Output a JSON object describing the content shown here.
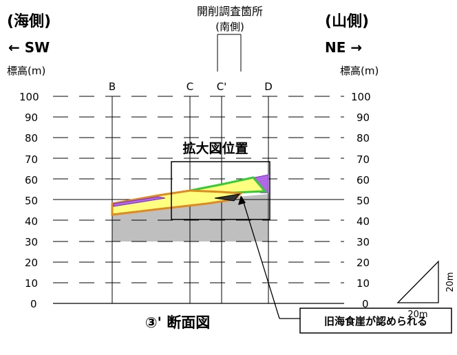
{
  "header": {
    "sea_side": "(海側)",
    "sea_dir": "← SW",
    "mountain_side": "(山側)",
    "mountain_dir": "NE →",
    "trench_label": "開削調査箇所",
    "trench_sub": "(南側)"
  },
  "axes": {
    "left_unit": "標高(m)",
    "right_unit": "標高(m)",
    "ticks": [
      "100",
      "90",
      "80",
      "70",
      "60",
      "50",
      "40",
      "30",
      "20",
      "10",
      "0"
    ]
  },
  "columns": [
    "B",
    "C",
    "C'",
    "D"
  ],
  "zoom_label": "拡大図位置",
  "section_title": "③' 断面図",
  "callout": "旧海食崖が認められる",
  "scale": {
    "horizontal": "20m",
    "vertical": "20m"
  },
  "colors": {
    "grey_layer": "#bfbfbf",
    "yellow_layer": "#ffff80",
    "orange_outline": "#e08a1e",
    "green_outline": "#33cc33",
    "purple_layer": "#b266e8"
  }
}
